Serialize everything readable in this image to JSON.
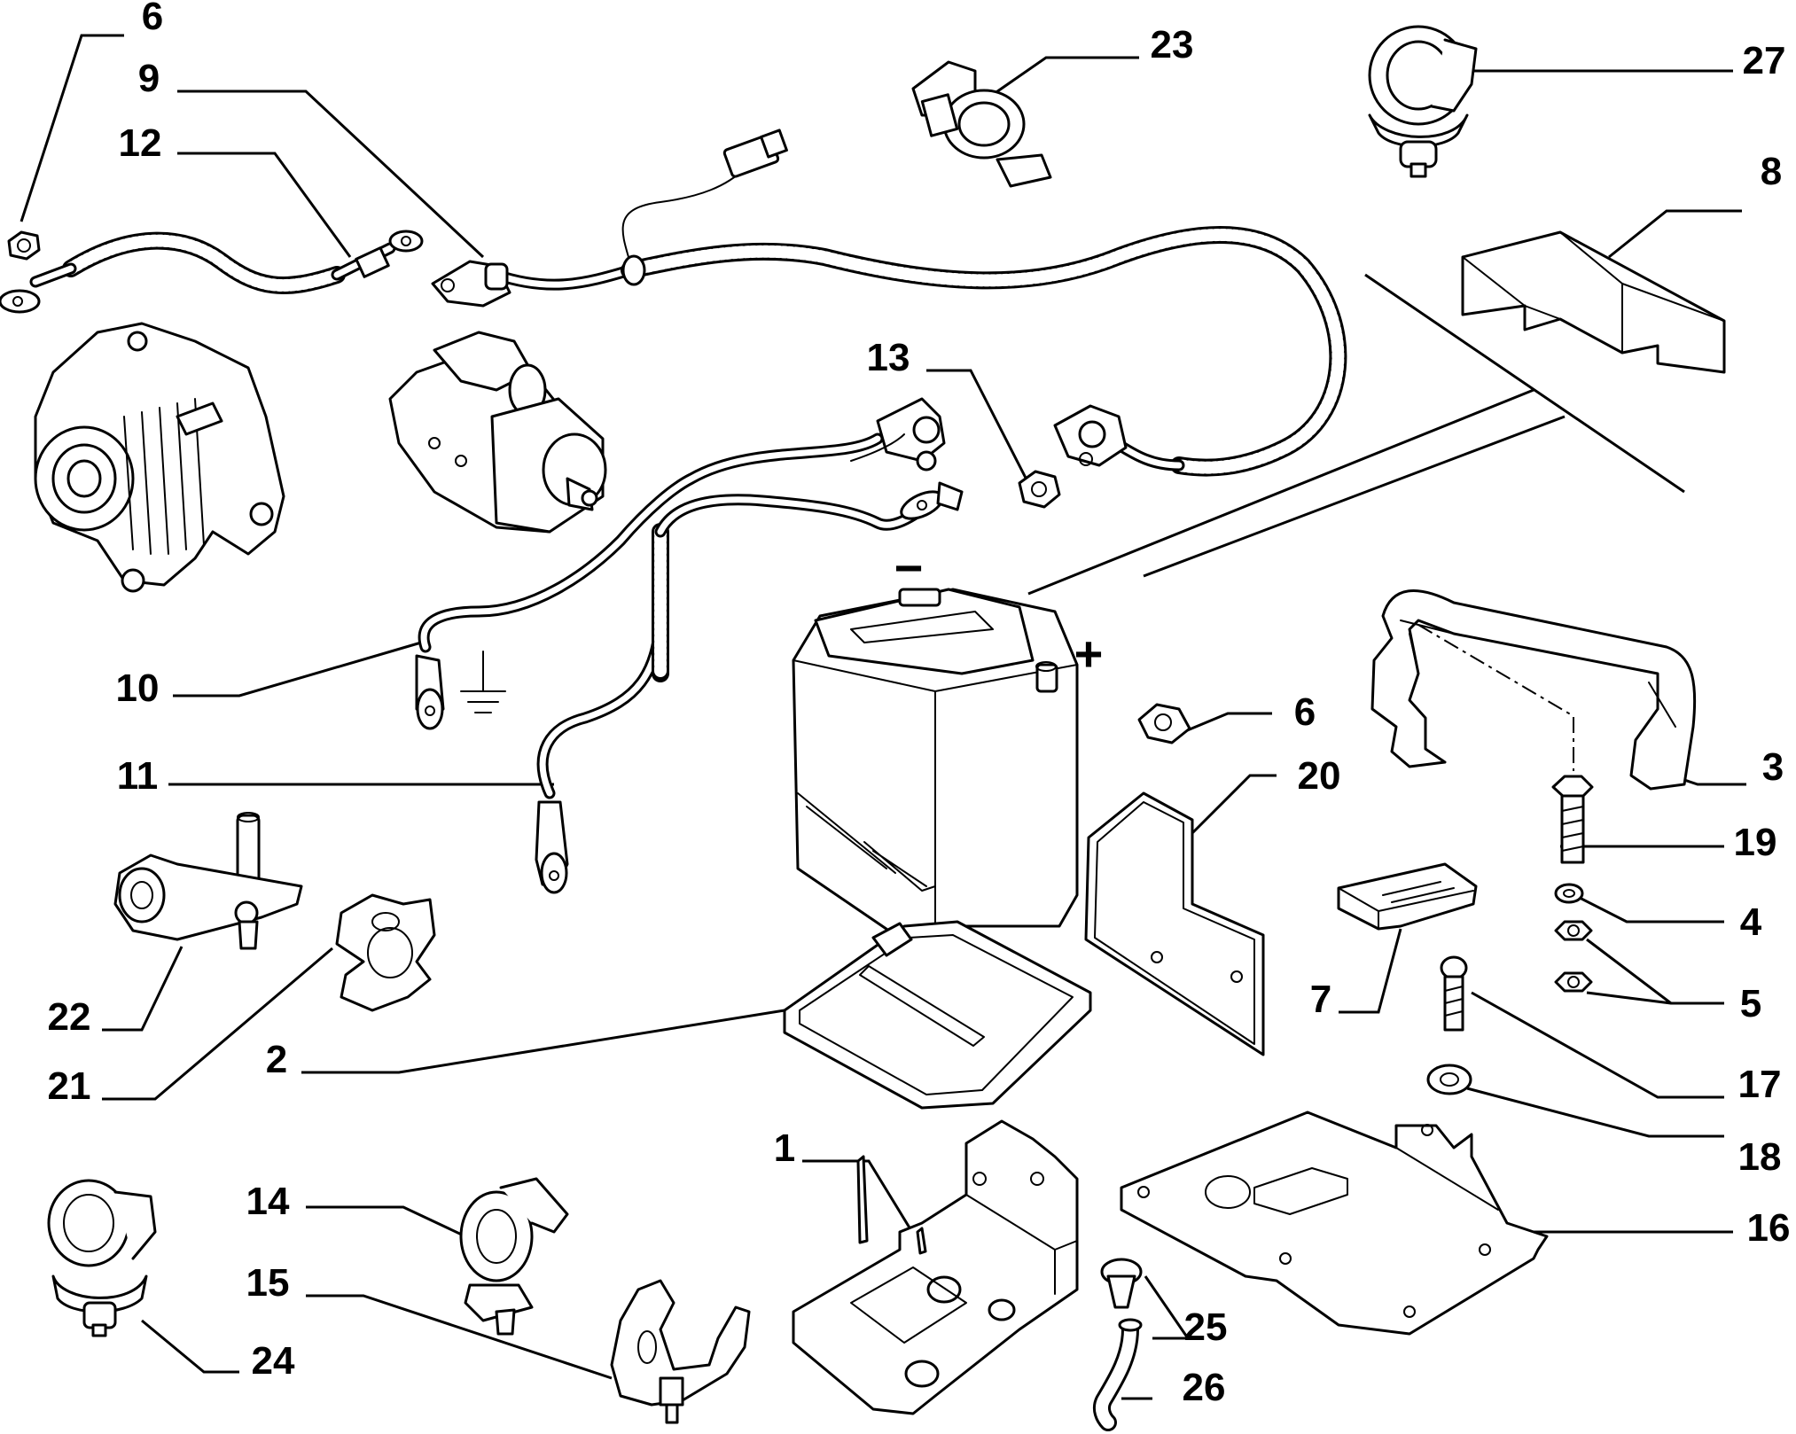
{
  "callouts": {
    "c1": "1",
    "c2": "2",
    "c3": "3",
    "c4": "4",
    "c5": "5",
    "c6a": "6",
    "c6b": "6",
    "c7": "7",
    "c8": "8",
    "c9": "9",
    "c10": "10",
    "c11": "11",
    "c12": "12",
    "c13": "13",
    "c14": "14",
    "c15": "15",
    "c16": "16",
    "c17": "17",
    "c18": "18",
    "c19": "19",
    "c20": "20",
    "c21": "21",
    "c22": "22",
    "c23": "23",
    "c24": "24",
    "c25": "25",
    "c26": "26",
    "c27": "27"
  },
  "terminal_signs": {
    "negative": "−",
    "positive": "+"
  }
}
